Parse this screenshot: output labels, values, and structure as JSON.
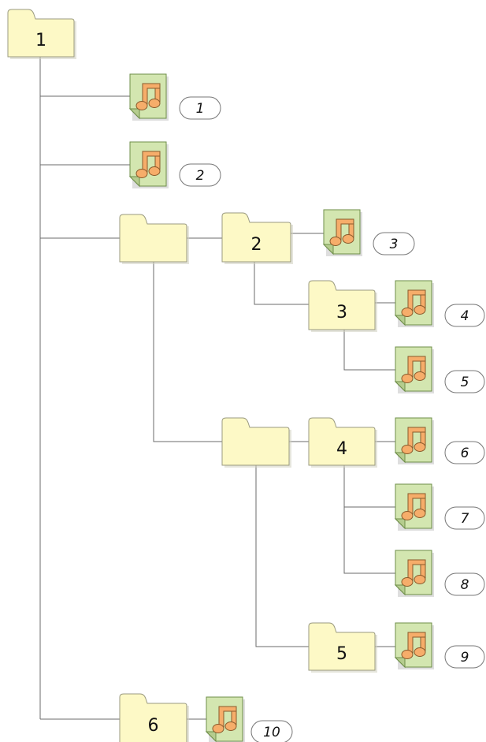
{
  "colors": {
    "folder_fill": "#fdf9c6",
    "folder_stroke": "#9a9a80",
    "file_fill": "#d3e6b0",
    "file_stroke": "#6f8f4a",
    "note_fill": "#f6ad6a",
    "note_stroke": "#8a5a2b",
    "line": "#6b6b6b"
  },
  "icons": {
    "folder": "folder-icon",
    "file": "music-file-icon"
  },
  "folders": [
    {
      "id": "root",
      "label": "1"
    },
    {
      "id": "f2",
      "label": "2"
    },
    {
      "id": "f3",
      "label": "3"
    },
    {
      "id": "f4",
      "label": "4"
    },
    {
      "id": "f5",
      "label": "5"
    },
    {
      "id": "f6",
      "label": "6"
    },
    {
      "id": "group-a",
      "label": ""
    },
    {
      "id": "group-b",
      "label": ""
    }
  ],
  "files": [
    {
      "label": "1"
    },
    {
      "label": "2"
    },
    {
      "label": "3"
    },
    {
      "label": "4"
    },
    {
      "label": "5"
    },
    {
      "label": "6"
    },
    {
      "label": "7"
    },
    {
      "label": "8"
    },
    {
      "label": "9"
    },
    {
      "label": "10"
    }
  ]
}
